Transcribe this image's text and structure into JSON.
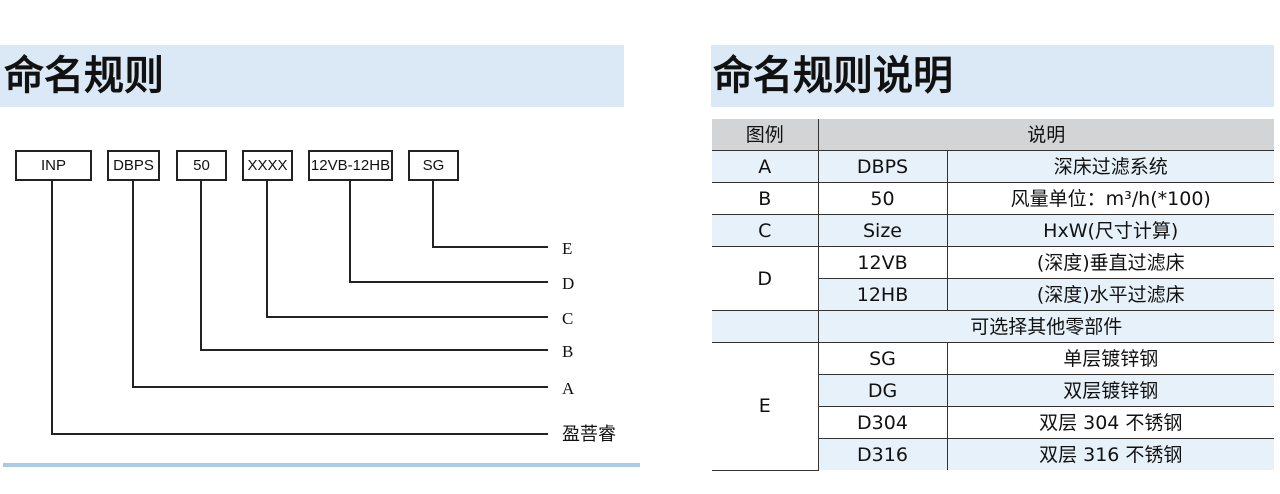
{
  "left_section": {
    "title": "命名规则",
    "code_segments": [
      {
        "text": "INP"
      },
      {
        "text": "DBPS",
        "letter": "A"
      },
      {
        "text": "50",
        "letter": "B"
      },
      {
        "text": "XXXX",
        "letter": "C"
      },
      {
        "text": "12VB-12HB",
        "letter": "D"
      },
      {
        "text": "SG",
        "letter": "E"
      }
    ],
    "brand_label": "盈菩睿",
    "letters": [
      "E",
      "D",
      "C",
      "B",
      "A"
    ]
  },
  "right_section": {
    "title": "命名规则说明",
    "headers": {
      "legend": "图例",
      "description": "说明"
    },
    "rows": [
      {
        "legend": "A",
        "code": "DBPS",
        "desc": "深床过滤系统"
      },
      {
        "legend": "B",
        "code": "50",
        "desc": "风量单位：m³/h(*100)"
      },
      {
        "legend": "C",
        "code": "Size",
        "desc": "HxW(尺寸计算)"
      },
      {
        "legend": "D",
        "sub": [
          {
            "code": "12VB",
            "desc": "(深度)垂直过滤床"
          },
          {
            "code": "12HB",
            "desc": "(深度)水平过滤床"
          }
        ]
      },
      {
        "note": "可选择其他零部件"
      },
      {
        "legend": "E",
        "sub": [
          {
            "code": "SG",
            "desc": "单层镀锌钢"
          },
          {
            "code": "DG",
            "desc": "双层镀锌钢"
          },
          {
            "code": "D304",
            "desc": "双层 304 不锈钢"
          },
          {
            "code": "D316",
            "desc": "双层 316 不锈钢"
          }
        ]
      }
    ]
  }
}
